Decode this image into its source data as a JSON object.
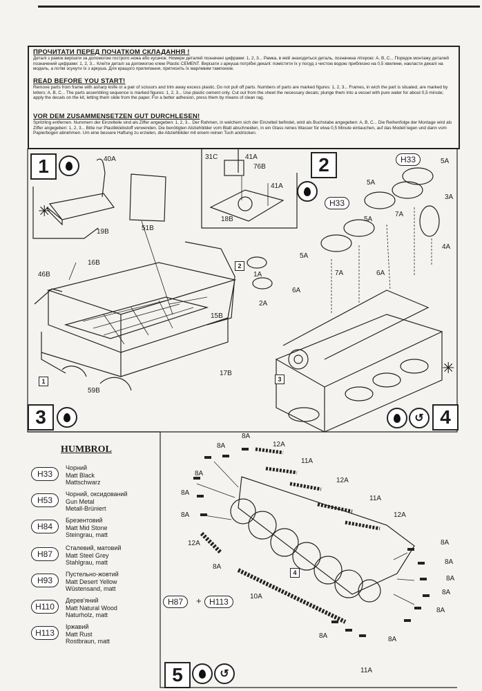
{
  "instructions": {
    "ua": {
      "heading": "ПРОЧИТАТИ ПЕРЕД ПОЧАТКОМ СКЛАДАННЯ !",
      "text": "Деталі з рамок вирізати за допомогою гострого ножа або кусачок. Номери деталей позначені цифрами: 1, 2, 3... Рамка, в якій знаходиться деталь, позначена літерою: A, B, C... Порядок монтажу деталей позначений цифрами: 1, 2, 3... Клеїти деталі за допомогою клею Plastic CEMENT. Вирізати з аркуша потрібні декалі: помістити їх у посуд з чистою водою приблизно на 0,5 хвилини, накласти декалі на модель, а потім зсунути їх з аркуша. Для кращого прилипання, притисніть їх марлевим тампоном."
    },
    "en": {
      "heading": "READ BEFORE YOU START!",
      "text": "Remove parts from frame with asharp knife or a pair of scissors and trim away excess plastic. Do not pull off parts. Numbers of parts are marked figures: 1, 2, 3... Frames, in wich the part is situated, are marked by letters: A, B, C... The parts assembling sequence is marked figures: 1, 2, 3... Use plastic cement only. Cut out from the sheet the necessary decals; plunge them into a vessel with pure water for about 0,5 minute; apply the decals on the kit, letting them slide from the paper. For a better adhesion, press them by means of clean rag."
    },
    "de": {
      "heading": "VOR DEM ZUSAMMENSETZEN GUT DURCHLESEN!",
      "text": "Spritzling entfernen. Nummern der Einzelteile sind als Ziffer angegeben: 1, 2, 3... Der Rahmen, in welchem sich der Einzelteil befindet, wird als Buchstabe angegeben: A, B, C... Die Reihenfolge der Montage wird als Ziffer angegeben: 1, 2, 3... Bitte nur Plastikklebstoff verwenden. Die benötigten Abziehbilder vom Blatt abschneiden, in ein Glass reines Wasser für etwa 0,5 Minute eintauchen, auf das Modell legen und dann vom Papierbogen abnehmen. Um eine bessere Haftung zu erzielen, die Abziehbilder mit einem reinen Tuch andrücken."
    }
  },
  "steps": {
    "s1": "1",
    "s2": "2",
    "s3": "3",
    "s4": "4",
    "s5": "5"
  },
  "icons": {
    "snowflake": "✳",
    "decal": "↺"
  },
  "mix": {
    "plus": "+"
  },
  "parts": {
    "p1A": "1A",
    "p2A": "2A",
    "p3A": "3A",
    "p4A": "4A",
    "p5A": "5A",
    "p6A": "6A",
    "p7A": "7A",
    "p8A": "8A",
    "p10A": "10A",
    "p11A": "11A",
    "p12A": "12A",
    "p40A": "40A",
    "p41A": "41A",
    "p15B": "15B",
    "p16B": "16B",
    "p17B": "17B",
    "p18B": "18B",
    "p19B": "19B",
    "p46B": "46B",
    "p51B": "51B",
    "p59B": "59B",
    "p76B": "76B",
    "p31C": "31C"
  },
  "humbrol": {
    "title": "HUMBROL"
  },
  "paints": [
    {
      "code": "H33",
      "ua": "Чорний",
      "en": "Matt Black",
      "de": "Mattschwarz"
    },
    {
      "code": "H53",
      "ua": "Чорний, оксидований",
      "en": "Gun Metal",
      "de": "Metall-Brüniert"
    },
    {
      "code": "H84",
      "ua": "Брезентовий",
      "en": "Matt Mid Stone",
      "de": "Steingrau, matt"
    },
    {
      "code": "H87",
      "ua": "Сталевий, матовий",
      "en": "Matt Steel Grey",
      "de": "Stahlgrau, matt"
    },
    {
      "code": "H93",
      "ua": "Пустельно-жовтий",
      "en": "Matt Desert Yellow",
      "de": "Wüstensand, matt"
    },
    {
      "code": "H110",
      "ua": "Дерев'яний",
      "en": "Matt Natural Wood",
      "de": "Naturholz, matt"
    },
    {
      "code": "H113",
      "ua": "Іржавий",
      "en": "Matt Rust",
      "de": "Rostbraun, matt"
    }
  ]
}
